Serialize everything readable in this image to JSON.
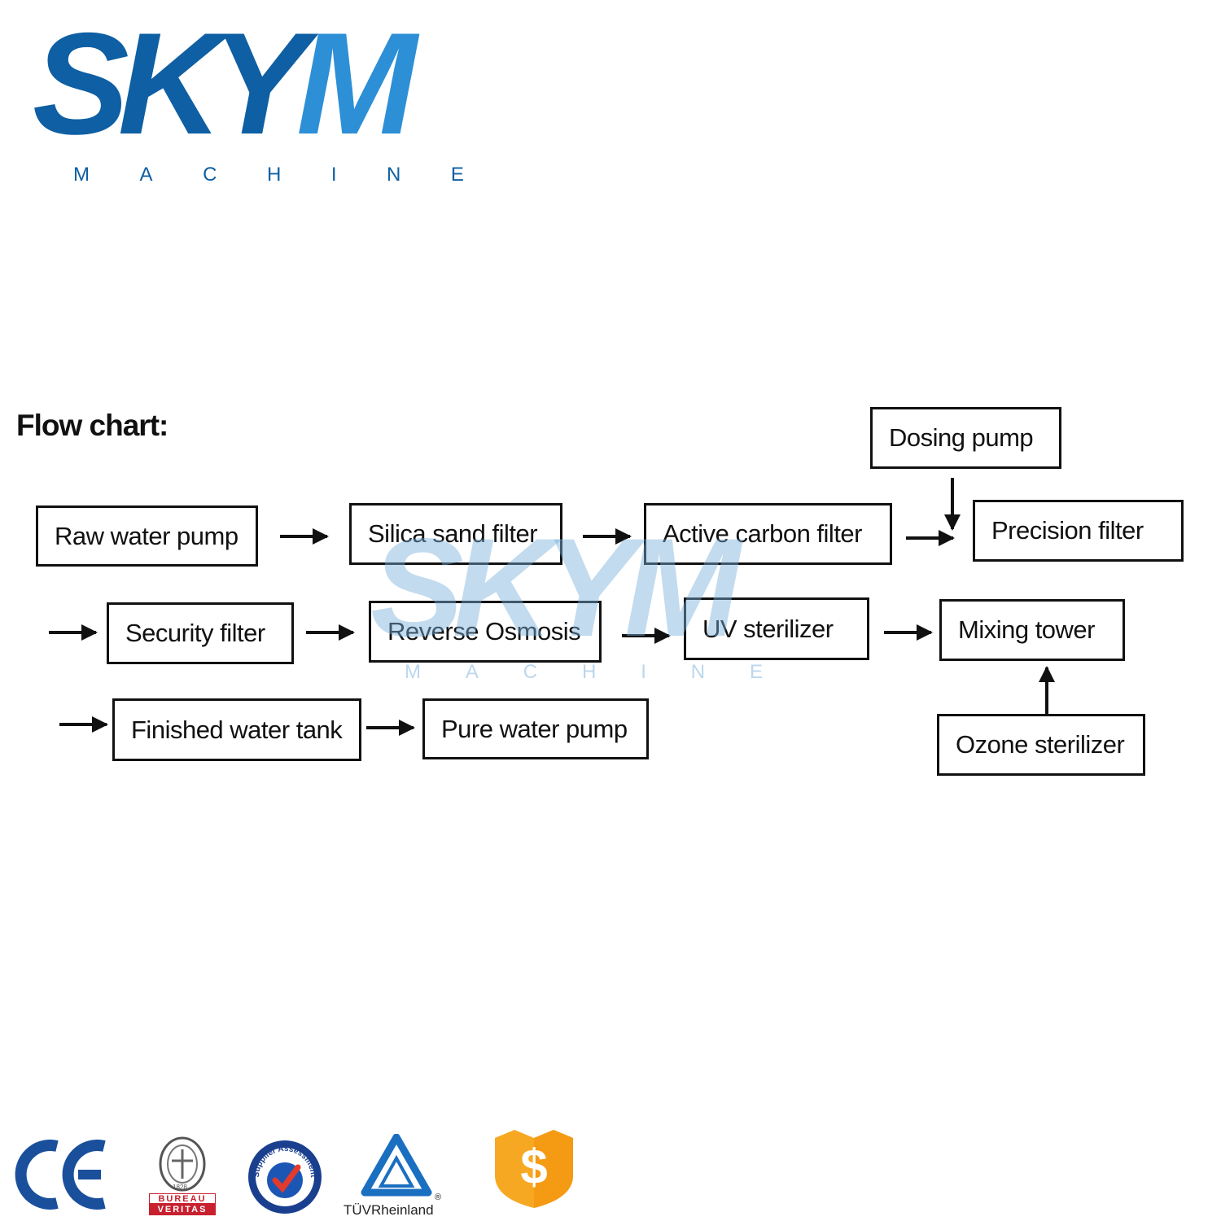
{
  "logo": {
    "brand_part1": "SKY",
    "brand_part2": "M",
    "subtitle_letters": [
      "M",
      "A",
      "C",
      "H",
      "I",
      "N",
      "E"
    ],
    "colors": {
      "dark": "#0e5fa3",
      "light": "#2d8fd6"
    }
  },
  "title": "Flow chart:",
  "nodes": {
    "raw_water_pump": "Raw water pump",
    "silica_sand_filter": "Silica sand filter",
    "active_carbon_filter": "Active carbon filter",
    "dosing_pump": "Dosing pump",
    "precision_filter": "Precision filter",
    "security_filter": "Security filter",
    "reverse_osmosis": "Reverse Osmosis",
    "uv_sterilizer": "UV sterilizer",
    "mixing_tower": "Mixing tower",
    "ozone_sterilizer": "Ozone sterilizer",
    "finished_water_tank": "Finished water tank",
    "pure_water_pump": "Pure water pump"
  },
  "edges": [
    [
      "raw_water_pump",
      "silica_sand_filter"
    ],
    [
      "silica_sand_filter",
      "active_carbon_filter"
    ],
    [
      "active_carbon_filter",
      "precision_filter"
    ],
    [
      "dosing_pump",
      "precision_filter"
    ],
    [
      "precision_filter",
      "security_filter"
    ],
    [
      "security_filter",
      "reverse_osmosis"
    ],
    [
      "reverse_osmosis",
      "uv_sterilizer"
    ],
    [
      "uv_sterilizer",
      "mixing_tower"
    ],
    [
      "ozone_sterilizer",
      "mixing_tower"
    ],
    [
      "mixing_tower",
      "finished_water_tank"
    ],
    [
      "finished_water_tank",
      "pure_water_pump"
    ]
  ],
  "certifications": {
    "ce": "CE",
    "bureau_veritas": [
      "BUREAU",
      "VERITAS"
    ],
    "bureau_veritas_year": "1828",
    "supplier_assessment": "Supplier Assessment",
    "tuv": "TÜVRheinland",
    "tuv_mark": "®",
    "trade_assurance_symbol": "$"
  },
  "icons": [
    "ce-mark-icon",
    "bureau-veritas-icon",
    "supplier-assessment-icon",
    "tuv-rheinland-icon",
    "trade-assurance-shield-icon"
  ]
}
